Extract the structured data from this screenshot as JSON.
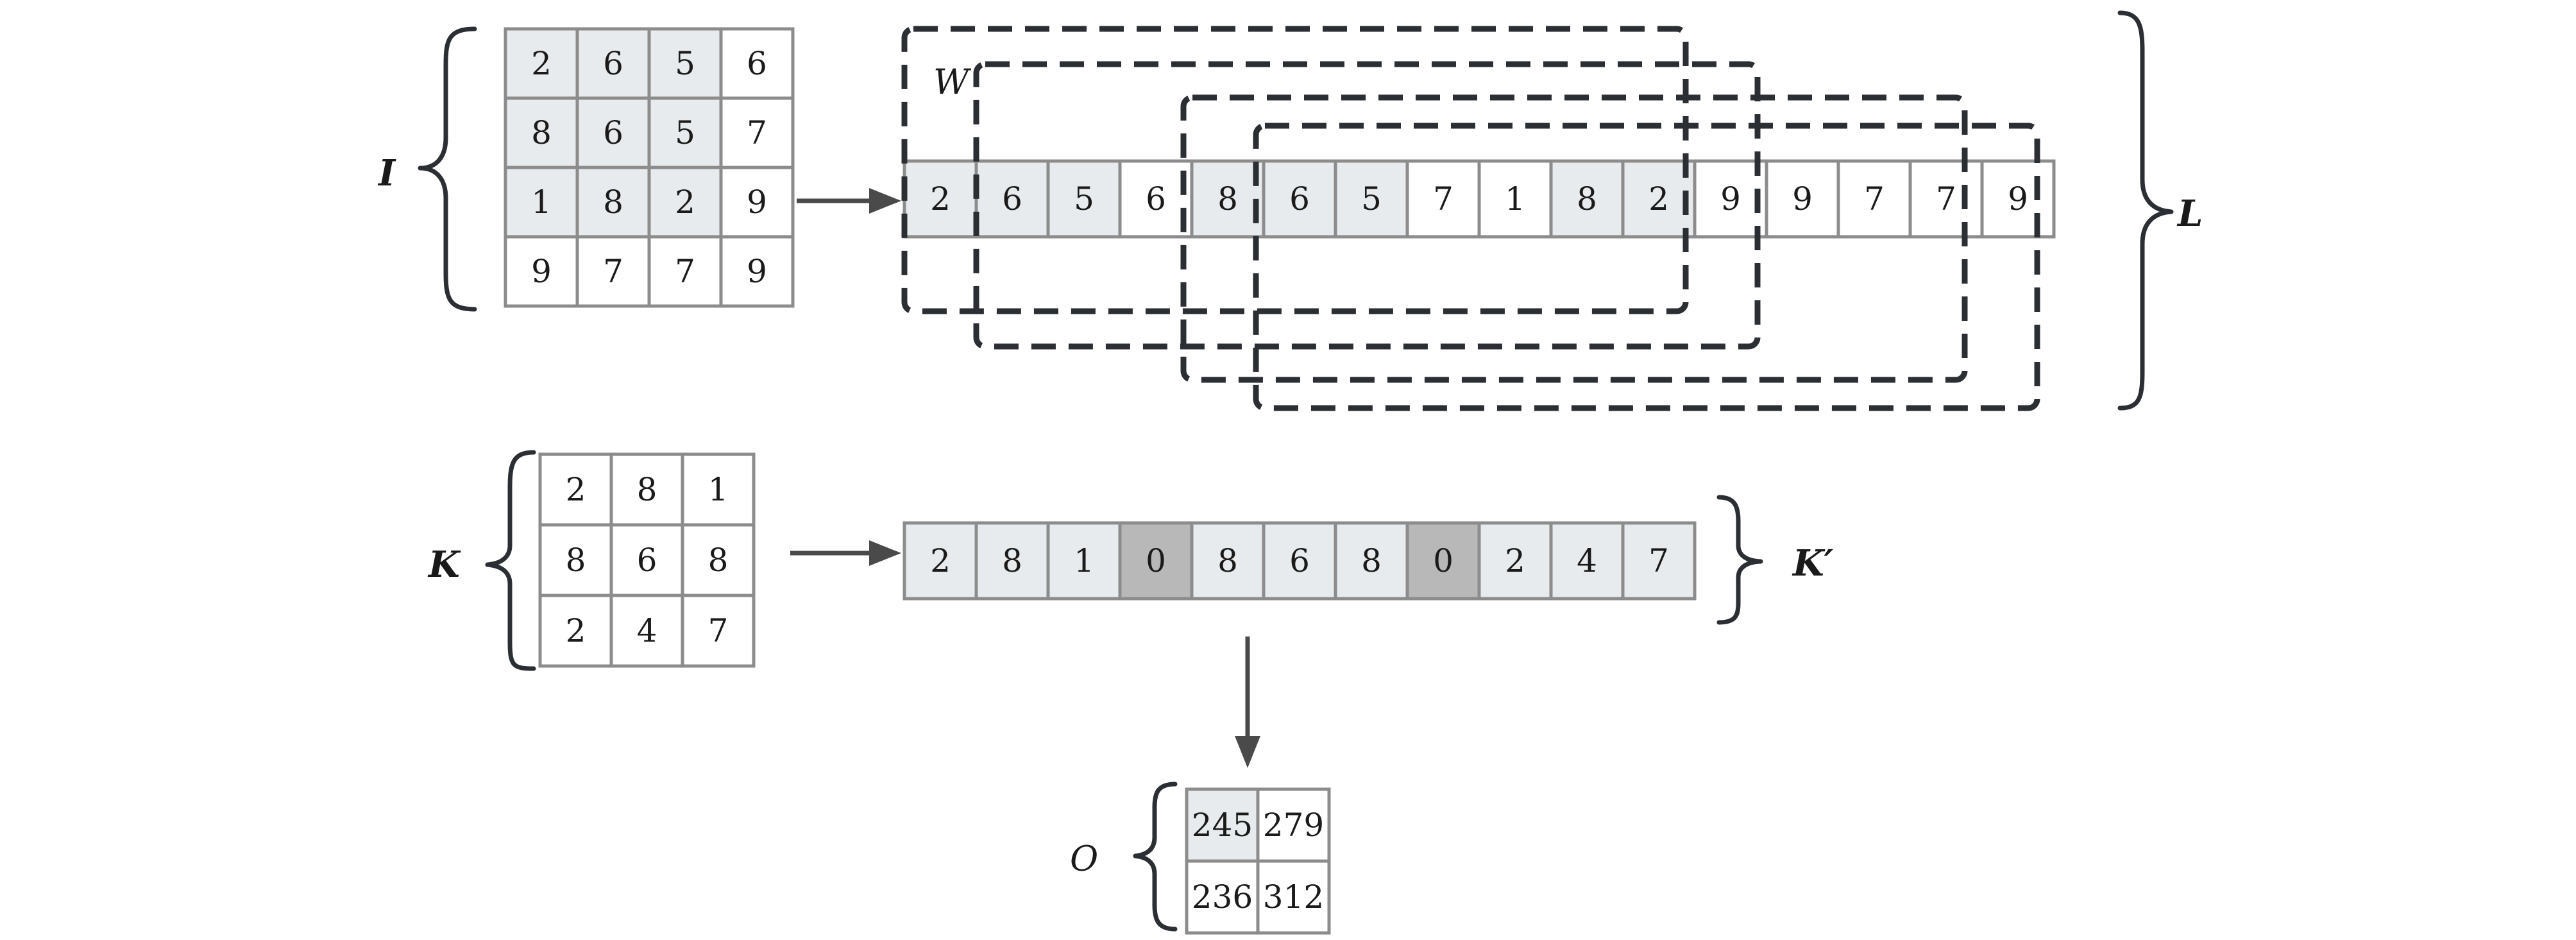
{
  "labels": {
    "input": "I",
    "window": "W",
    "lowered": "L",
    "kernel": "K",
    "kernel_flat": "K′",
    "output": "O"
  },
  "input_matrix": [
    [
      2,
      6,
      5,
      6
    ],
    [
      8,
      6,
      5,
      7
    ],
    [
      1,
      8,
      2,
      9
    ],
    [
      9,
      7,
      7,
      9
    ]
  ],
  "input_shading": [
    [
      1,
      1,
      1,
      0
    ],
    [
      1,
      1,
      1,
      0
    ],
    [
      1,
      1,
      1,
      0
    ],
    [
      0,
      0,
      0,
      0
    ]
  ],
  "lowered_row": [
    2,
    6,
    5,
    6,
    8,
    6,
    5,
    7,
    1,
    8,
    2,
    9,
    9,
    7,
    7,
    9
  ],
  "lowered_shading": [
    1,
    1,
    1,
    0,
    1,
    1,
    1,
    0,
    0,
    1,
    1,
    0,
    0,
    0,
    0,
    0
  ],
  "kernel_matrix": [
    [
      2,
      8,
      1
    ],
    [
      8,
      6,
      8
    ],
    [
      2,
      4,
      7
    ]
  ],
  "kernel_row": [
    2,
    8,
    1,
    0,
    8,
    6,
    8,
    0,
    2,
    4,
    7
  ],
  "kernel_row_shading": [
    1,
    1,
    1,
    2,
    1,
    1,
    1,
    2,
    1,
    1,
    1
  ],
  "output_matrix": [
    [
      245,
      279
    ],
    [
      236,
      312
    ]
  ],
  "output_shading": [
    [
      1,
      0
    ],
    [
      0,
      0
    ]
  ],
  "colors": {
    "cell_border": "#8c8c8c",
    "cell_light": "#e8ebed",
    "cell_white": "#ffffff",
    "cell_zero": "#b8b8b8",
    "stroke_dark": "#2b2f33",
    "arrow": "#4a4a4a"
  }
}
